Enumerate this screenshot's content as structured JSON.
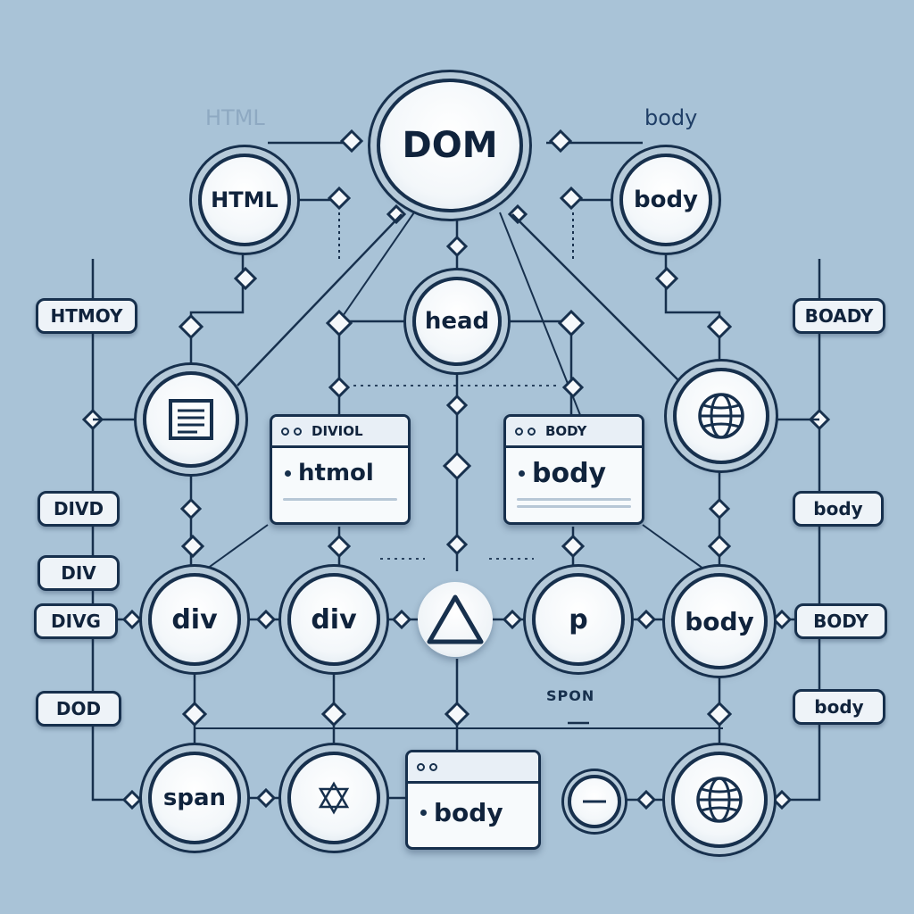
{
  "colors": {
    "background": "#a9c3d7",
    "line": "#17304d",
    "node_fill": "#ffffff"
  },
  "labels": {
    "top_left_faint": "HTML",
    "top_right": "body",
    "under_p": "SPON"
  },
  "nodes": {
    "dom": "DOM",
    "html": "HTML",
    "body_top": "body",
    "head": "head",
    "div_left": "div",
    "div_mid": "div",
    "p": "p",
    "body_right": "body",
    "span": "span"
  },
  "icons": {
    "document": "document-icon",
    "globe_top": "globe-icon",
    "triangle": "triangle-icon",
    "star": "star-icon",
    "globe_bottom": "globe-icon",
    "small_node": "blank-circle-icon"
  },
  "windows": {
    "left": {
      "title": "DIVIOL",
      "text": "htmol"
    },
    "right": {
      "title": "BODY",
      "text": "body"
    },
    "bottom": {
      "title": "",
      "text": "body"
    }
  },
  "tags": {
    "l1": "HTMOY",
    "l2": "DIVD",
    "l3": "DIV",
    "l4": "DIVG",
    "l5": "DOD",
    "r1": "BOADY",
    "r2": "body",
    "r3": "BODY",
    "r4": "body"
  }
}
